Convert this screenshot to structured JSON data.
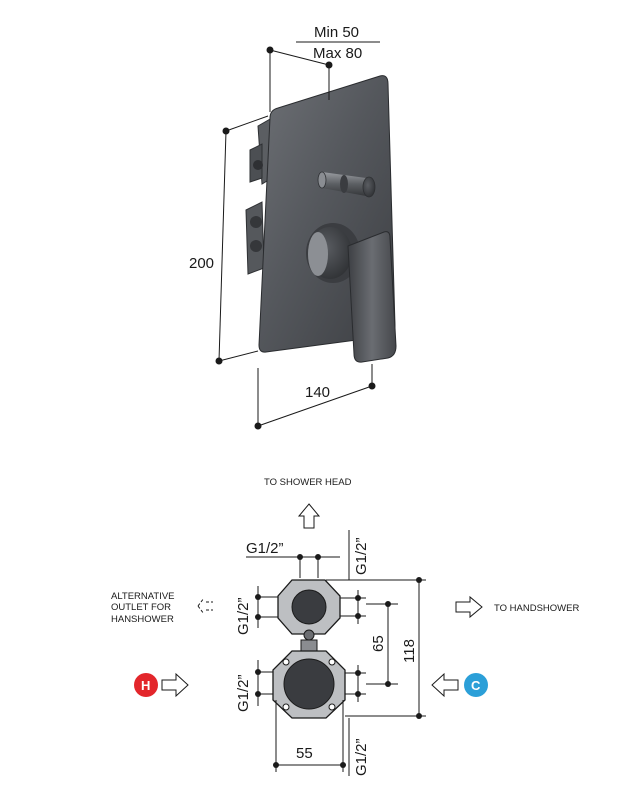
{
  "top_view": {
    "dim_min": "Min 50",
    "dim_max": "Max 80",
    "dim_height": "200",
    "dim_width": "140"
  },
  "bottom_view": {
    "to_shower_head": "TO SHOWER HEAD",
    "alt_outlet_line1": "ALTERNATIVE",
    "alt_outlet_line2": "OUTLET FOR",
    "alt_outlet_line3": "HANSHOWER",
    "to_handshower": "TO HANDSHOWER",
    "thread_top": "G1/2”",
    "thread_top_right": "G1/2”",
    "thread_left_upper": "G1/2”",
    "thread_left_lower": "G1/2”",
    "thread_bottom_right": "G1/2”",
    "dim_65": "65",
    "dim_118": "118",
    "dim_55": "55",
    "hot_badge": "H",
    "cold_badge": "C"
  },
  "colors": {
    "hot": "#e3262b",
    "cold": "#2b9fd8",
    "metal_dark": "#4a4c50"
  }
}
